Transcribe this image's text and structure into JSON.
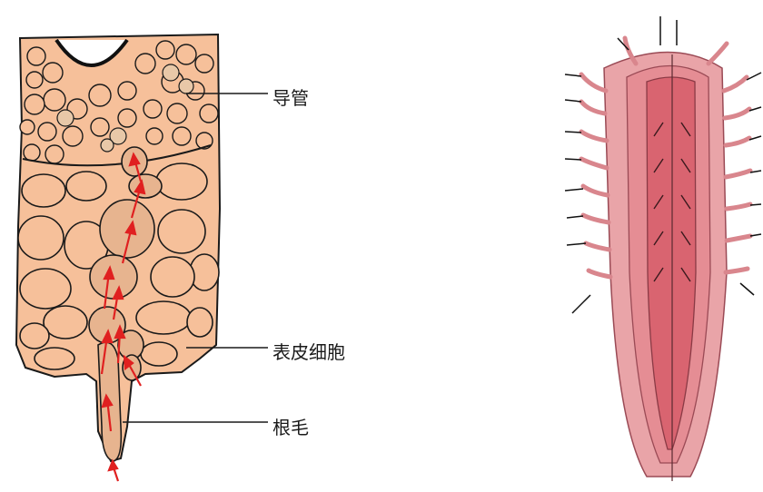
{
  "labels": {
    "vessel": "导管",
    "epidermal_cell": "表皮细胞",
    "root_hair": "根毛"
  },
  "colors": {
    "cell_fill": "#f6c09a",
    "cell_outline": "#1a1a1a",
    "flow_arrow": "#e02020",
    "root_outer": "#e9a4a8",
    "root_inner": "#e27f86",
    "root_stele": "#d96470",
    "black_arrow": "#111111"
  },
  "icons": [
    "red-flow-arrow",
    "black-absorption-arrow"
  ]
}
